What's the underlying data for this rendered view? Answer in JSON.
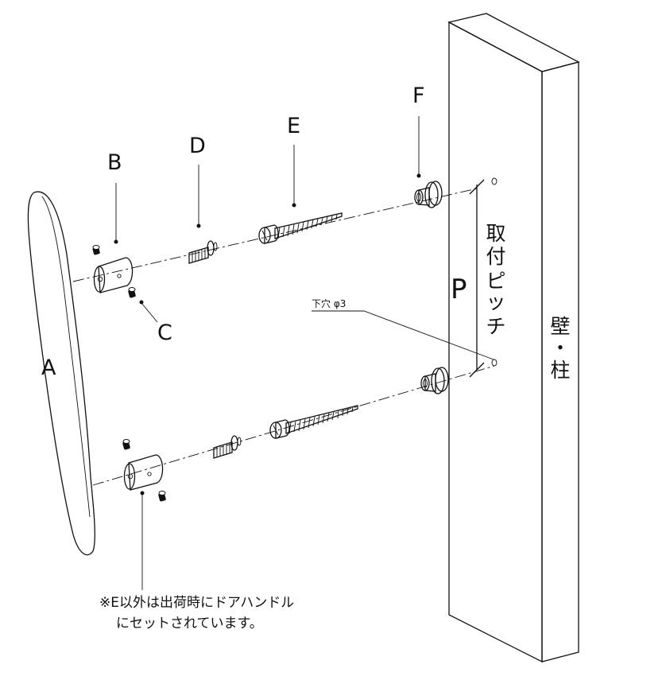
{
  "labels": {
    "a": "A",
    "b": "B",
    "c": "C",
    "d": "D",
    "e": "E",
    "f": "F",
    "p": "P",
    "pitch": [
      "取",
      "付",
      "ピ",
      "ッ",
      "チ"
    ],
    "wall": [
      "壁",
      "・",
      "柱"
    ],
    "pilot_hole": "下穴 φ3"
  },
  "note": {
    "line1": "※E以外は出荷時にドアハンドル",
    "line2": "にセットされています。"
  }
}
